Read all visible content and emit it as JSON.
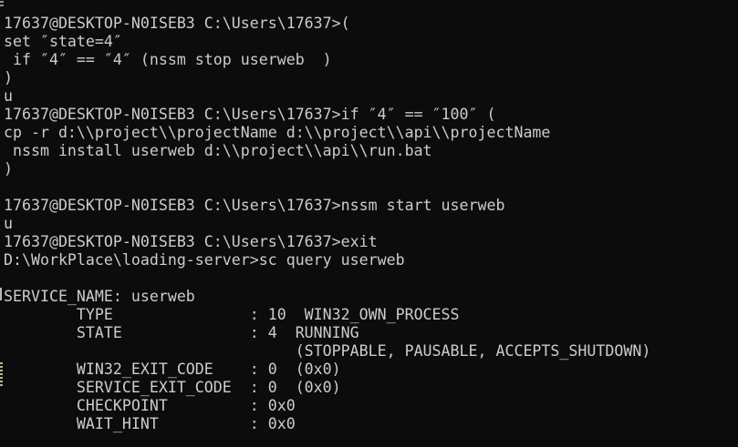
{
  "terminal": {
    "colors": {
      "background": "#0c0c0c",
      "foreground": "#cccccc"
    },
    "lines": [
      "17637@DESKTOP-N0ISEB3 C:\\Users\\17637>(",
      "set ″state=4″",
      " if ″4″ == ″4″ (nssm stop userweb  )",
      ")",
      "u",
      "17637@DESKTOP-N0ISEB3 C:\\Users\\17637>if ″4″ == ″100″ (",
      "cp -r d:\\\\project\\\\projectName d:\\\\project\\\\api\\\\projectName",
      " nssm install userweb d:\\\\project\\\\api\\\\run.bat",
      ")",
      "",
      "17637@DESKTOP-N0ISEB3 C:\\Users\\17637>nssm start userweb",
      "u",
      "17637@DESKTOP-N0ISEB3 C:\\Users\\17637>exit",
      "D:\\WorkPlace\\loading-server>sc query userweb",
      "",
      "SERVICE_NAME: userweb",
      "        TYPE               : 10  WIN32_OWN_PROCESS",
      "        STATE              : 4  RUNNING",
      "                                (STOPPABLE, PAUSABLE, ACCEPTS_SHUTDOWN)",
      "        WIN32_EXIT_CODE    : 0  (0x0)",
      "        SERVICE_EXIT_CODE  : 0  (0x0)",
      "        CHECKPOINT         : 0x0",
      "        WAIT_HINT          : 0x0"
    ],
    "service_status": {
      "service_name": "userweb",
      "type": "10  WIN32_OWN_PROCESS",
      "state": "4  RUNNING",
      "state_flags": "(STOPPABLE, PAUSABLE, ACCEPTS_SHUTDOWN)",
      "win32_exit_code": "0  (0x0)",
      "service_exit_code": "0  (0x0)",
      "checkpoint": "0x0",
      "wait_hint": "0x0"
    }
  }
}
